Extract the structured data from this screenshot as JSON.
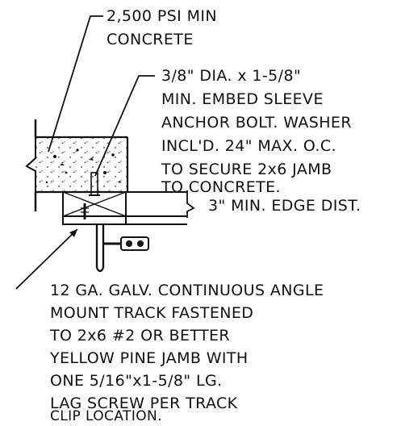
{
  "notes": {
    "concrete": [
      "2,500 PSI MIN",
      "CONCRETE"
    ],
    "anchor_bolt": [
      "3/8\" DIA. x 1-5/8\"",
      "MIN. EMBED SLEEVE",
      "ANCHOR BOLT. WASHER",
      "INCL'D.  24\" MAX. O.C.",
      "TO SECURE 2x6 JAMB",
      "TO CONCRETE."
    ],
    "edge_distance": "3\" MIN. EDGE DIST.",
    "track": [
      "12 GA. GALV. CONTINUOUS ANGLE",
      "MOUNT TRACK FASTENED",
      "TO 2x6 #2 OR BETTER",
      "YELLOW PINE JAMB WITH",
      "ONE 5/16\"x1-5/8\" LG.",
      "LAG SCREW PER TRACK",
      "CLIP LOCATION."
    ]
  },
  "colors": {
    "ink": "#111111",
    "background": "#ffffff"
  }
}
